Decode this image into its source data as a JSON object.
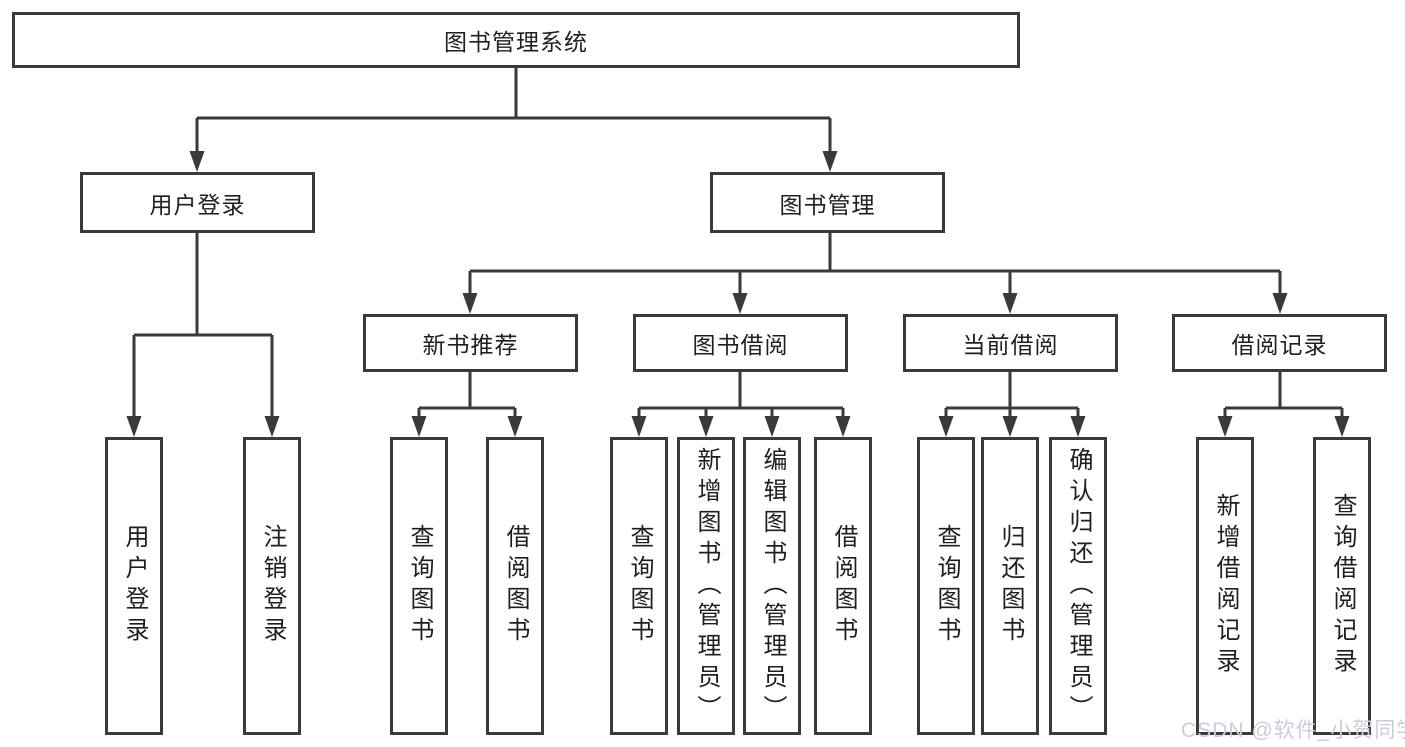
{
  "diagram": {
    "type": "hierarchy-tree",
    "orientation": "top-down",
    "colors": {
      "background": "#ffffff",
      "line": "#3a3a3a",
      "box_border": "#3a3a3a",
      "text": "#1f1f1f",
      "watermark": "#c9ced8"
    }
  },
  "tree": {
    "label": "图书管理系统",
    "children": [
      {
        "label": "用户登录",
        "children": [
          {
            "label": "用户登录"
          },
          {
            "label": "注销登录"
          }
        ]
      },
      {
        "label": "图书管理",
        "children": [
          {
            "label": "新书推荐",
            "children": [
              {
                "label": "查询图书"
              },
              {
                "label": "借阅图书"
              }
            ]
          },
          {
            "label": "图书借阅",
            "children": [
              {
                "label": "查询图书"
              },
              {
                "label": "新增图书（管理员）"
              },
              {
                "label": "编辑图书（管理员）"
              },
              {
                "label": "借阅图书"
              }
            ]
          },
          {
            "label": "当前借阅",
            "children": [
              {
                "label": "查询图书"
              },
              {
                "label": "归还图书"
              },
              {
                "label": "确认归还（管理员）"
              }
            ]
          },
          {
            "label": "借阅记录",
            "children": [
              {
                "label": "新增借阅记录"
              },
              {
                "label": "查询借阅记录"
              }
            ]
          }
        ]
      }
    ]
  },
  "watermark": "CSDN @软件_小贺同学"
}
